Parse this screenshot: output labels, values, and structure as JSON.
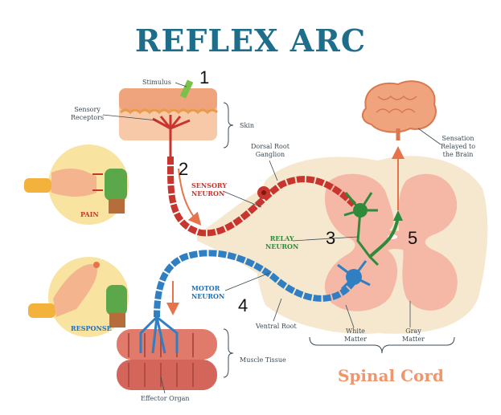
{
  "title": "REFLEX ARC",
  "numbers": [
    "1",
    "2",
    "3",
    "4",
    "5"
  ],
  "labels": {
    "stimulus": "Stimulus",
    "sensory_receptors": "Sensory\nReceptors",
    "skin": "Skin",
    "dorsal_root_ganglion": "Dorsal Root\nGanglion",
    "sensory_neuron": "SENSORY\nNEURON",
    "pain": "PAIN",
    "relay_neuron": "RELAY\nNEURON",
    "sensation": "Sensation\nRelayed to\nthe Brain",
    "motor_neuron": "MOTOR\nNEURON",
    "response": "RESPONSE",
    "ventral_root": "Ventral Root",
    "white_matter": "White\nMatter",
    "gray_matter": "Gray\nMatter",
    "muscle_tissue": "Muscle Tissue",
    "effector_organ": "Effector Organ",
    "spinal_cord": "Spinal Cord"
  },
  "colors": {
    "title": "#1e6d8a",
    "sensory": "#c8352e",
    "motor": "#2f7fc2",
    "relay": "#2f8a3c",
    "gray_matter": "#f5b8a6",
    "white_matter": "#f6e8cf",
    "accent": "#f0956c"
  }
}
